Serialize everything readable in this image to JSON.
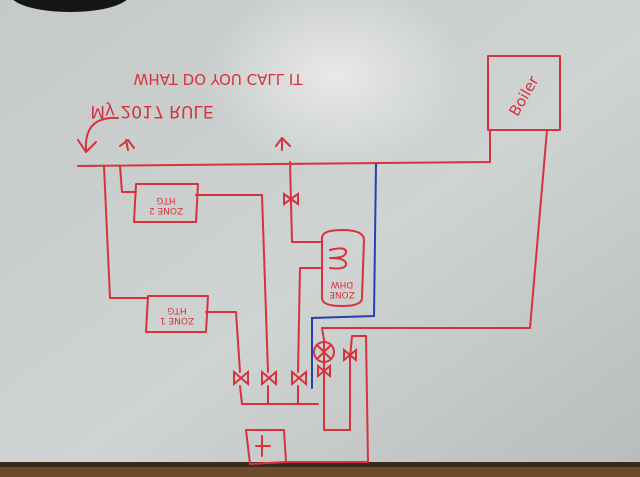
{
  "note": {
    "line1": "My 2017 RULE",
    "line2": "WHAT DO YOU CALL IT"
  },
  "components": {
    "boiler": "Boiler",
    "htg_zone2": {
      "line1": "HTG",
      "line2": "ZONE 2"
    },
    "htg_zone1": {
      "line1": "HTG",
      "line2": "ZONE 1"
    },
    "dhw_zone": {
      "line1": "DHW",
      "line2": "ZONE"
    },
    "expansion_tank": "",
    "circulator_pump": ""
  },
  "colors": {
    "ink_red": "#d8323c",
    "ink_blue": "#2a3fae",
    "paper": "#c9cdcc",
    "background": "#b9bdbd"
  }
}
